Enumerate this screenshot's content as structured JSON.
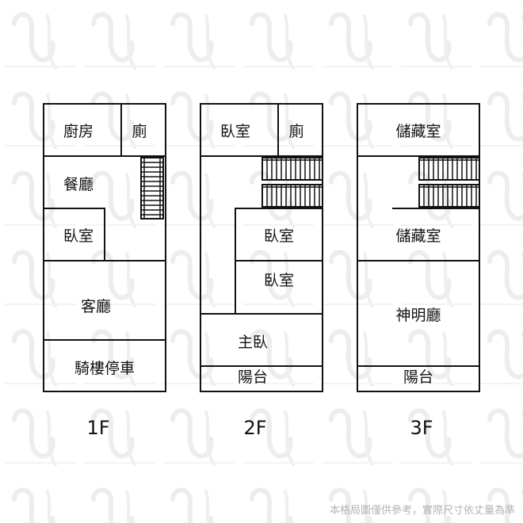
{
  "floors": [
    {
      "label": "1F",
      "rooms": {
        "kitchen": "廚房",
        "toilet": "廁",
        "dining": "餐廳",
        "bedroom": "臥室",
        "living": "客廳",
        "arcade_parking": "騎樓停車"
      }
    },
    {
      "label": "2F",
      "rooms": {
        "bedroom_top": "臥室",
        "toilet": "廁",
        "bedroom_mid1": "臥室",
        "bedroom_mid2": "臥室",
        "master_bedroom": "主臥",
        "balcony": "陽台"
      }
    },
    {
      "label": "3F",
      "rooms": {
        "storage_top": "儲藏室",
        "storage_mid": "儲藏室",
        "shrine_hall": "神明廳",
        "balcony": "陽台"
      }
    }
  ],
  "disclaimer": "本格局圖僅供參考，實際尺寸依丈量為準",
  "colors": {
    "line": "#111111",
    "watermark": "#ececec",
    "disclaimer": "#b3b3b3"
  }
}
